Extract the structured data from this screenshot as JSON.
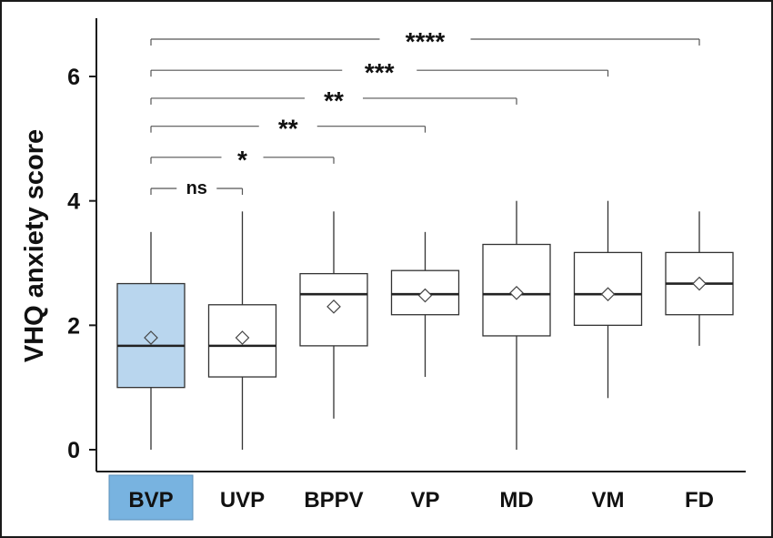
{
  "chart_data": {
    "type": "box",
    "ylabel": "VHQ  anxiety score",
    "xlabel": "",
    "title": "",
    "ylim": [
      -0.3,
      7.0
    ],
    "yticks": [
      0,
      2,
      4,
      6
    ],
    "ytick_labels": [
      "0",
      "2",
      "4",
      "6"
    ],
    "highlight_color": "#b9d6ee",
    "highlight_label_color": "#78b3e0",
    "categories": [
      "BVP",
      "UVP",
      "BPPV",
      "VP",
      "MD",
      "VM",
      "FD"
    ],
    "boxes": [
      {
        "category": "BVP",
        "min": 0.0,
        "q1": 1.0,
        "median": 1.67,
        "q3": 2.67,
        "max": 3.5,
        "mean": 1.8,
        "highlight": true
      },
      {
        "category": "UVP",
        "min": 0.0,
        "q1": 1.17,
        "median": 1.67,
        "q3": 2.33,
        "max": 3.83,
        "mean": 1.8,
        "highlight": false
      },
      {
        "category": "BPPV",
        "min": 0.5,
        "q1": 1.67,
        "median": 2.5,
        "q3": 2.83,
        "max": 3.83,
        "mean": 2.3,
        "highlight": false
      },
      {
        "category": "VP",
        "min": 1.17,
        "q1": 2.17,
        "median": 2.5,
        "q3": 2.88,
        "max": 3.5,
        "mean": 2.48,
        "highlight": false
      },
      {
        "category": "MD",
        "min": 0.0,
        "q1": 1.83,
        "median": 2.5,
        "q3": 3.3,
        "max": 4.0,
        "mean": 2.52,
        "highlight": false
      },
      {
        "category": "VM",
        "min": 0.83,
        "q1": 2.0,
        "median": 2.5,
        "q3": 3.17,
        "max": 4.0,
        "mean": 2.5,
        "highlight": false
      },
      {
        "category": "FD",
        "min": 1.67,
        "q1": 2.17,
        "median": 2.67,
        "q3": 3.17,
        "max": 3.83,
        "mean": 2.67,
        "highlight": false
      }
    ],
    "comparisons": [
      {
        "from": "BVP",
        "to": "UVP",
        "label": "ns",
        "y": 4.2
      },
      {
        "from": "BVP",
        "to": "BPPV",
        "label": "*",
        "y": 4.7
      },
      {
        "from": "BVP",
        "to": "VP",
        "label": "**",
        "y": 5.2
      },
      {
        "from": "BVP",
        "to": "MD",
        "label": "**",
        "y": 5.65
      },
      {
        "from": "BVP",
        "to": "VM",
        "label": "***",
        "y": 6.1
      },
      {
        "from": "BVP",
        "to": "FD",
        "label": "****",
        "y": 6.6
      }
    ]
  }
}
